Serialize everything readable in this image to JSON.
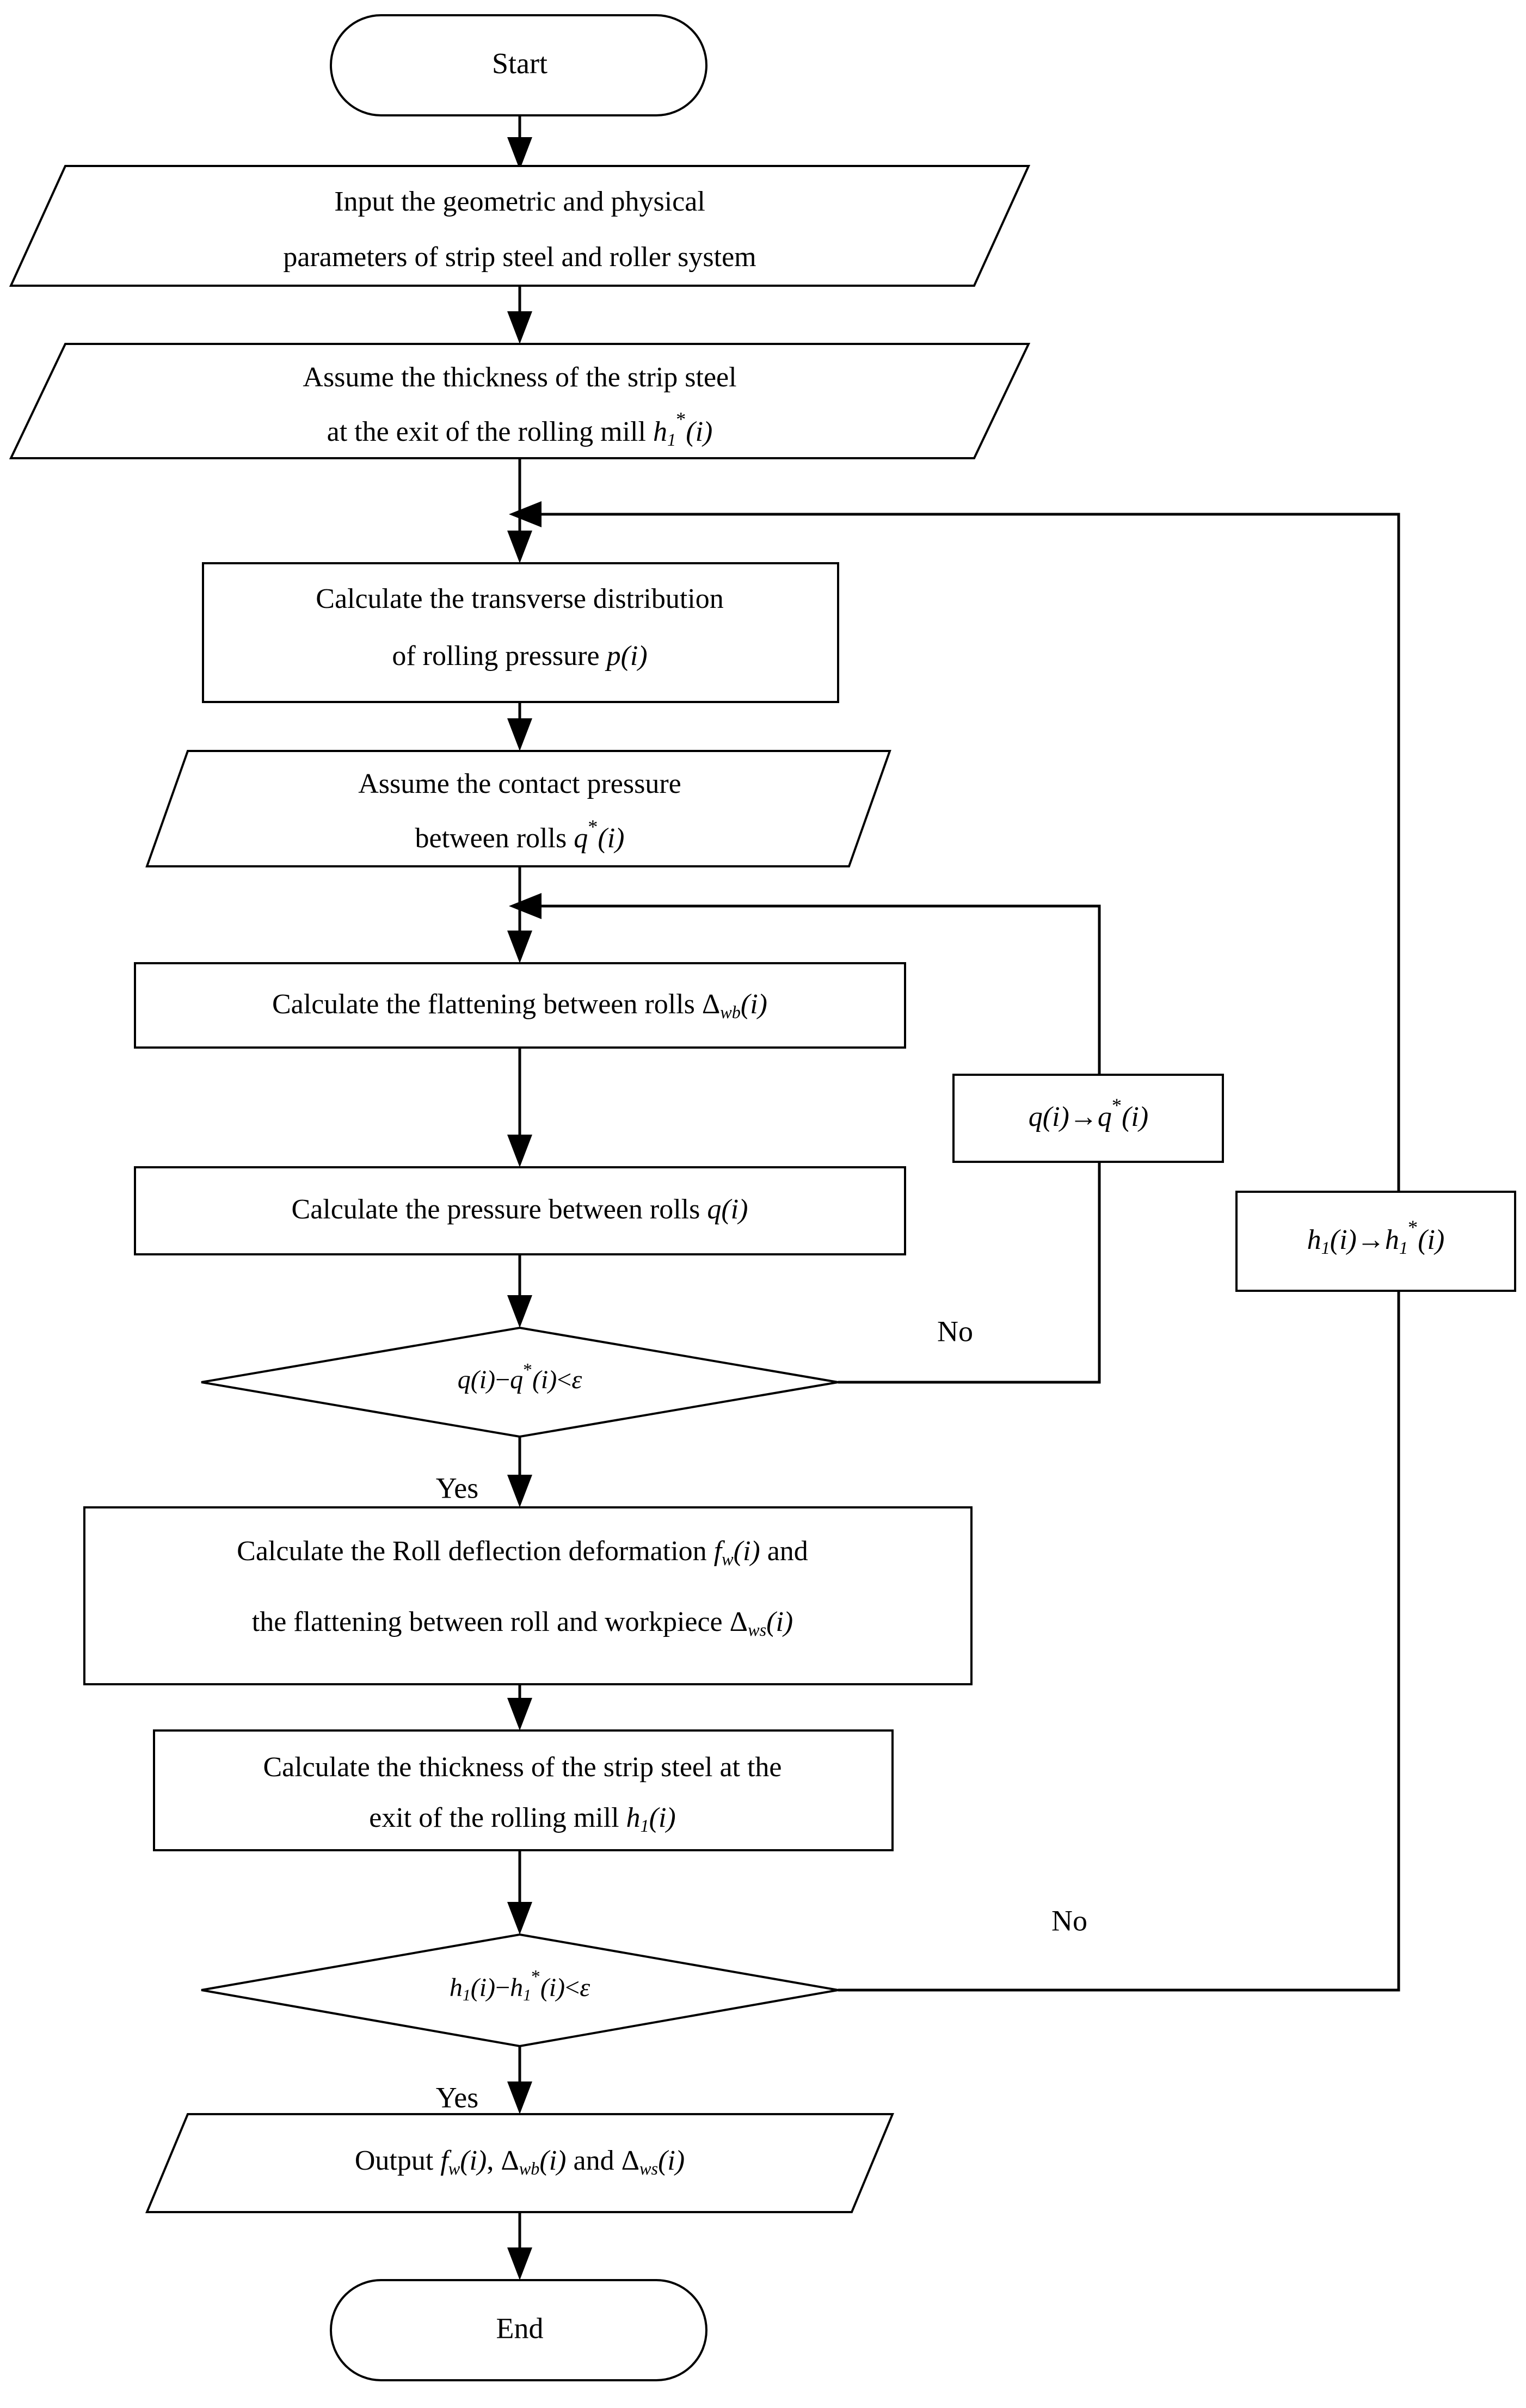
{
  "diagram": {
    "type": "flowchart",
    "title": "Rolling mill strip thickness iterative calculation flowchart",
    "orientation": "top-to-bottom",
    "background_color": "#ffffff",
    "line_color": "#000000"
  },
  "nodes": {
    "start": {
      "shape": "terminator",
      "label": "Start"
    },
    "input_params": {
      "shape": "parallelogram",
      "line1": "Input the geometric and physical",
      "line2": "parameters of strip steel and roller system"
    },
    "assume_thickness": {
      "shape": "parallelogram",
      "line1": "Assume the thickness of the strip steel",
      "line2_prefix": "at the exit of the rolling mill ",
      "line2_var": "h",
      "line2_sub": "1",
      "line2_sup": "*",
      "line2_suffix": "(i)"
    },
    "calc_rolling_pressure": {
      "shape": "process",
      "line1": "Calculate the transverse distribution",
      "line2_prefix": "of rolling pressure ",
      "line2_var": "p",
      "line2_suffix": "(i)"
    },
    "assume_contact_pressure": {
      "shape": "parallelogram",
      "line1": "Assume the contact pressure",
      "line2_prefix": "between rolls ",
      "line2_var": "q",
      "line2_sup": "*",
      "line2_suffix": "(i)"
    },
    "calc_flattening_rolls": {
      "shape": "process",
      "prefix": "Calculate the flattening between rolls ",
      "var": "Δ",
      "sub": "wb",
      "suffix": "(i)"
    },
    "calc_pressure_rolls": {
      "shape": "process",
      "prefix": "Calculate the pressure between rolls ",
      "var": "q",
      "suffix": "(i)"
    },
    "feedback_q": {
      "shape": "process",
      "left_var": "q",
      "left_args": "(i)",
      "arrow": "→",
      "right_var": "q",
      "right_sup": "*",
      "right_args": "(i)"
    },
    "feedback_h": {
      "shape": "process",
      "left_var": "h",
      "left_sub": "1",
      "left_args": "(i)",
      "arrow": "→",
      "right_var": "h",
      "right_sub": "1",
      "right_sup": "*",
      "right_args": "(i)"
    },
    "decision_q": {
      "shape": "decision",
      "left_var": "q",
      "left_args": "(i)",
      "minus": "−",
      "right_var": "q",
      "right_sup": "*",
      "right_args": "(i)",
      "relation": "<",
      "epsilon": "ε"
    },
    "calc_deflection": {
      "shape": "process",
      "line1_prefix": "Calculate the Roll deflection deformation ",
      "line1_var": "f",
      "line1_sub": "w",
      "line1_args": "(i)",
      "line1_suffix": " and",
      "line2_prefix": "the flattening between roll and workpiece ",
      "line2_var": "Δ",
      "line2_sub": "ws",
      "line2_args": "(i)"
    },
    "calc_thickness": {
      "shape": "process",
      "line1": "Calculate the thickness of the strip steel  at the",
      "line2_prefix": "exit of the rolling mill ",
      "line2_var": "h",
      "line2_sub": "1",
      "line2_args": "(i)"
    },
    "decision_h": {
      "shape": "decision",
      "left_var": "h",
      "left_sub": "1",
      "left_args": "(i)",
      "minus": "−",
      "right_var": "h",
      "right_sub": "1",
      "right_sup": "*",
      "right_args": "(i)",
      "relation": "<",
      "epsilon": "ε"
    },
    "output_results": {
      "shape": "parallelogram",
      "prefix": "Output ",
      "v1": "f",
      "v1_sub": "w",
      "v1_args": "(i)",
      "sep1": ", ",
      "v2": "Δ",
      "v2_sub": "wb",
      "v2_args": "(i)",
      "sep2": "  and  ",
      "v3": "Δ",
      "v3_sub": "ws",
      "v3_args": "(i)"
    },
    "end": {
      "shape": "terminator",
      "label": "End"
    }
  },
  "branch_labels": {
    "decision_q_no": "No",
    "decision_q_yes": "Yes",
    "decision_h_no": "No",
    "decision_h_yes": "Yes"
  },
  "edges": [
    {
      "from": "start",
      "to": "input_params",
      "label": ""
    },
    {
      "from": "input_params",
      "to": "assume_thickness",
      "label": ""
    },
    {
      "from": "assume_thickness",
      "to": "calc_rolling_pressure",
      "label": ""
    },
    {
      "from": "calc_rolling_pressure",
      "to": "assume_contact_pressure",
      "label": ""
    },
    {
      "from": "assume_contact_pressure",
      "to": "calc_flattening_rolls",
      "label": ""
    },
    {
      "from": "calc_flattening_rolls",
      "to": "calc_pressure_rolls",
      "label": ""
    },
    {
      "from": "calc_pressure_rolls",
      "to": "decision_q",
      "label": ""
    },
    {
      "from": "decision_q",
      "to": "feedback_q",
      "label": "No"
    },
    {
      "from": "feedback_q",
      "to": "calc_flattening_rolls",
      "label": ""
    },
    {
      "from": "decision_q",
      "to": "calc_deflection",
      "label": "Yes"
    },
    {
      "from": "calc_deflection",
      "to": "calc_thickness",
      "label": ""
    },
    {
      "from": "calc_thickness",
      "to": "decision_h",
      "label": ""
    },
    {
      "from": "decision_h",
      "to": "feedback_h",
      "label": "No"
    },
    {
      "from": "feedback_h",
      "to": "calc_rolling_pressure",
      "label": ""
    },
    {
      "from": "decision_h",
      "to": "output_results",
      "label": "Yes"
    },
    {
      "from": "output_results",
      "to": "end",
      "label": ""
    }
  ]
}
